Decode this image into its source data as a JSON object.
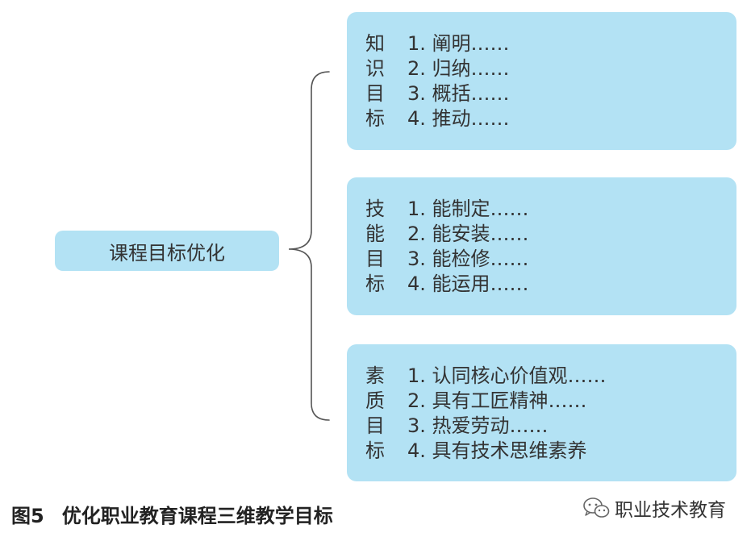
{
  "root": {
    "label": "课程目标优化"
  },
  "groups": [
    {
      "label_chars": [
        "知",
        "识",
        "目",
        "标"
      ],
      "items": [
        "1. 阐明……",
        "2. 归纳……",
        "3. 概括……",
        "4. 推动……"
      ]
    },
    {
      "label_chars": [
        "技",
        "能",
        "目",
        "标"
      ],
      "items": [
        "1. 能制定……",
        "2. 能安装……",
        "3. 能检修……",
        "4. 能运用……"
      ]
    },
    {
      "label_chars": [
        "素",
        "质",
        "目",
        "标"
      ],
      "items": [
        "1. 认同核心价值观……",
        "2. 具有工匠精神……",
        "3. 热爱劳动……",
        "4. 具有技术思维素养"
      ]
    }
  ],
  "caption": {
    "number": "图5",
    "title": "优化职业教育课程三维教学目标"
  },
  "watermark": {
    "icon": "wechat-icon",
    "text": "职业技术教育"
  },
  "colors": {
    "box_fill": "#b3e2f4",
    "brace": "#555555",
    "text": "#333333"
  }
}
